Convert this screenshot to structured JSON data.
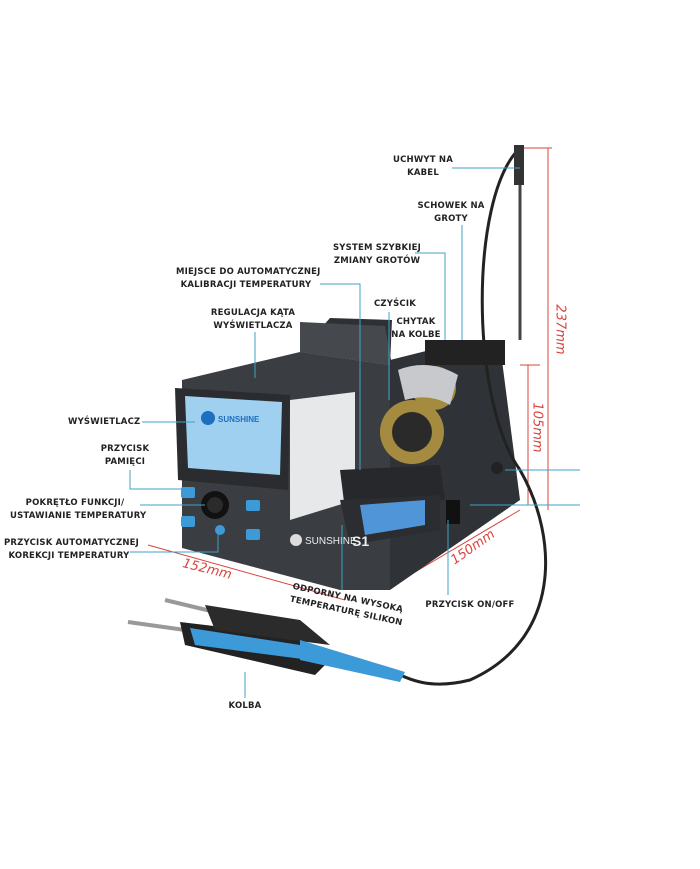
{
  "labels": {
    "cable_holder": [
      "UCHWYT NA",
      "KABEL"
    ],
    "tip_storage": [
      "SCHOWEK NA",
      "GROTY"
    ],
    "quick_tip_change": [
      "SYSTEM SZYBKIEJ",
      "ZMIANY GROTÓW"
    ],
    "auto_calibration": [
      "MIEJSCE DO AUTOMATYCZNEJ",
      "KALIBRACJI TEMPERATURY"
    ],
    "cleaner": [
      "CZYŚCIK"
    ],
    "iron_holder": [
      "CHYTAK",
      "NA KOLBE"
    ],
    "display_angle": [
      "REGULACJA KĄTA",
      "WYŚWIETLACZA"
    ],
    "display": [
      "WYŚWIETLACZ"
    ],
    "memory_button": [
      "PRZYCISK",
      "PAMIĘCI"
    ],
    "function_knob": [
      "POKRĘTŁO FUNKCJI/",
      "USTAWIANIE TEMPERATURY"
    ],
    "auto_correction_button": [
      "PRZYCISK AUTOMATYCZNEJ",
      "KOREKCJI TEMPERATURY"
    ],
    "silicone": [
      "ODPORNY NA WYSOKĄ",
      "TEMPERATURĘ SILIKON"
    ],
    "power_button": [
      "PRZYCISK ON/OFF"
    ],
    "iron": [
      "KOLBA"
    ]
  },
  "dimensions": {
    "width": "152mm",
    "depth": "150mm",
    "height_total": "237mm",
    "height_body": "105mm"
  },
  "device": {
    "brand": "SUNSHINE",
    "model": "S1",
    "screen_brand": "SUNSHINE"
  },
  "colors": {
    "leader_line": "#3fa3c4",
    "dimension": "#d8443f",
    "body": "#3a3d42",
    "accent_blue": "#3d9ad9"
  }
}
